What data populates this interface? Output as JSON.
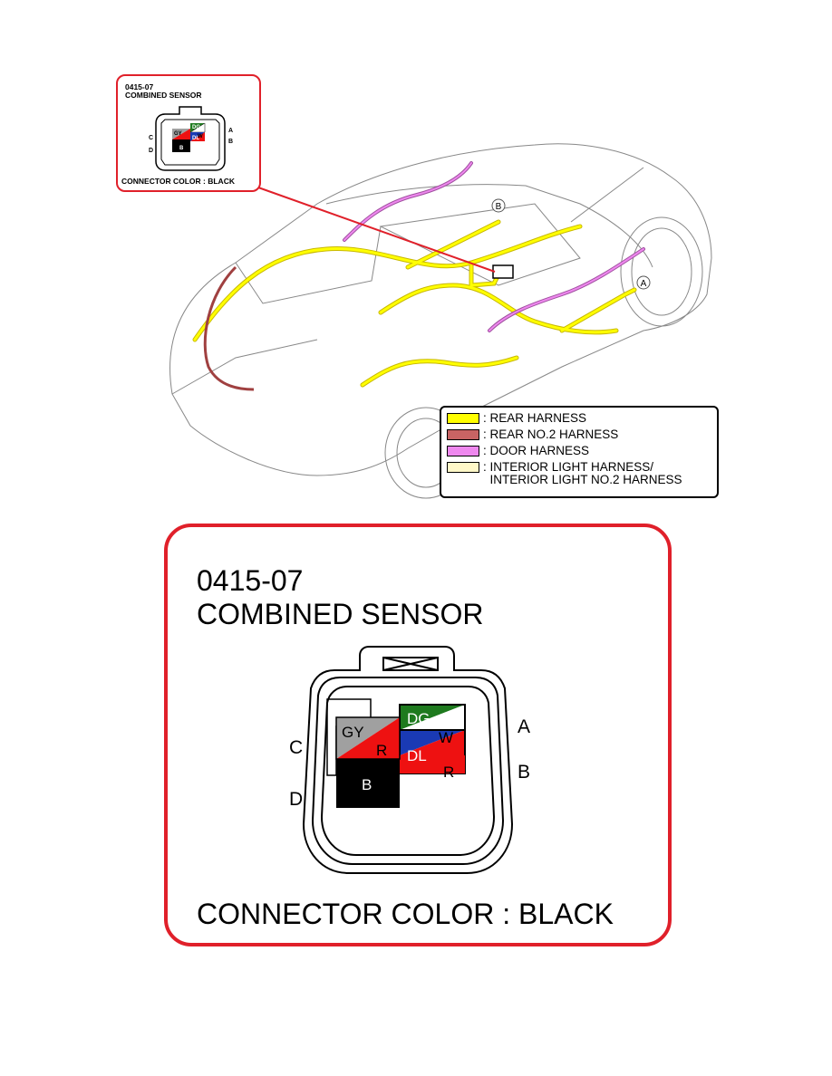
{
  "inset": {
    "connector_id": "0415-07",
    "connector_name": "COMBINED SENSOR",
    "connector_color": "CONNECTOR COLOR : BLACK"
  },
  "legend": {
    "items": [
      {
        "label": ": REAR HARNESS",
        "color": "#ffff00"
      },
      {
        "label": ": REAR NO.2 HARNESS",
        "color": "#c86464"
      },
      {
        "label": ": DOOR HARNESS",
        "color": "#ee88ee"
      },
      {
        "label": ": INTERIOR LIGHT HARNESS/\n  INTERIOR LIGHT NO.2 HARNESS",
        "color": "#fff8c8"
      }
    ]
  },
  "callouts": {
    "a": "A",
    "b": "B"
  },
  "connector": {
    "id": "0415-07",
    "name": "COMBINED SENSOR",
    "color_text": "CONNECTOR COLOR : BLACK",
    "pin_labels": {
      "a": "A",
      "b": "B",
      "c": "C",
      "d": "D"
    },
    "wires": {
      "a_primary": "DG",
      "a_secondary": "W",
      "b_primary": "DL",
      "b_secondary": "R",
      "c_primary": "GY",
      "c_secondary": "R",
      "d": "B"
    }
  },
  "colors": {
    "frame_red": "#e0202a",
    "wire_dg": "#1e7a1e",
    "wire_w": "#ffffff",
    "wire_dl": "#1a3ab4",
    "wire_r": "#ee1111",
    "wire_gy": "#a0a0a0",
    "wire_b": "#000000"
  }
}
